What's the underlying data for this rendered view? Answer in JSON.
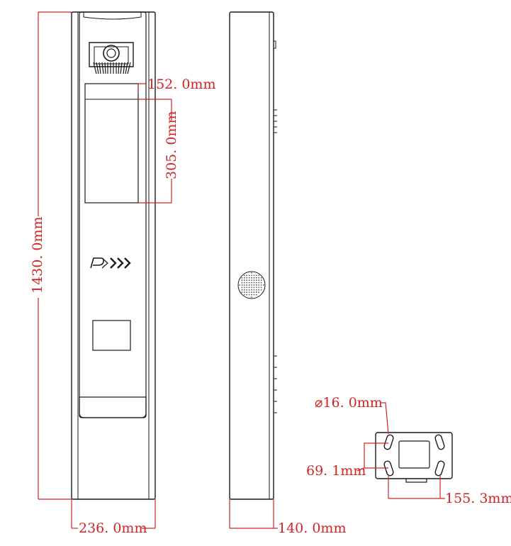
{
  "colors": {
    "outline": "#1a1a1a",
    "dimension": "#d22323",
    "fill": "#ffffff",
    "speaker": "#555555"
  },
  "icons": {
    "logo": "p-arrows-logo-icon",
    "camera": "camera-icon",
    "speaker": "speaker-grille-icon"
  },
  "logo": {
    "letter": "P",
    "arrows": "›››"
  },
  "dimensions": {
    "height": "1430. 0mm",
    "front_width": "236. 0mm",
    "side_depth": "140. 0mm",
    "screen_width": "152. 0mm",
    "screen_height": "305. 0mm",
    "hole_diameter": "⌀16. 0mm",
    "hole_spacing_vertical": "69. 1mm",
    "hole_spacing_horizontal": "155. 3mm"
  }
}
